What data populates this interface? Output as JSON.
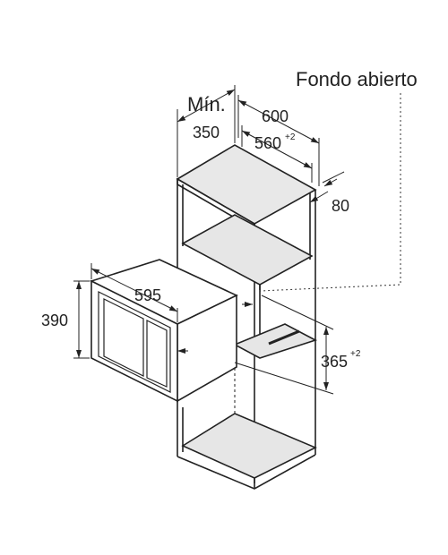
{
  "labels": {
    "fondo_abierto": "Fondo abierto",
    "min": "Mín.",
    "depth_600": "600",
    "depth_350": "350",
    "width_560": "560",
    "width_560_tol": "+2",
    "gap_80": "80",
    "width_595": "595",
    "height_390": "390",
    "height_365": "365",
    "height_365_tol": "+2"
  },
  "colors": {
    "line": "#222222",
    "shelf": "#e6e6e6",
    "dim": "#333333"
  }
}
